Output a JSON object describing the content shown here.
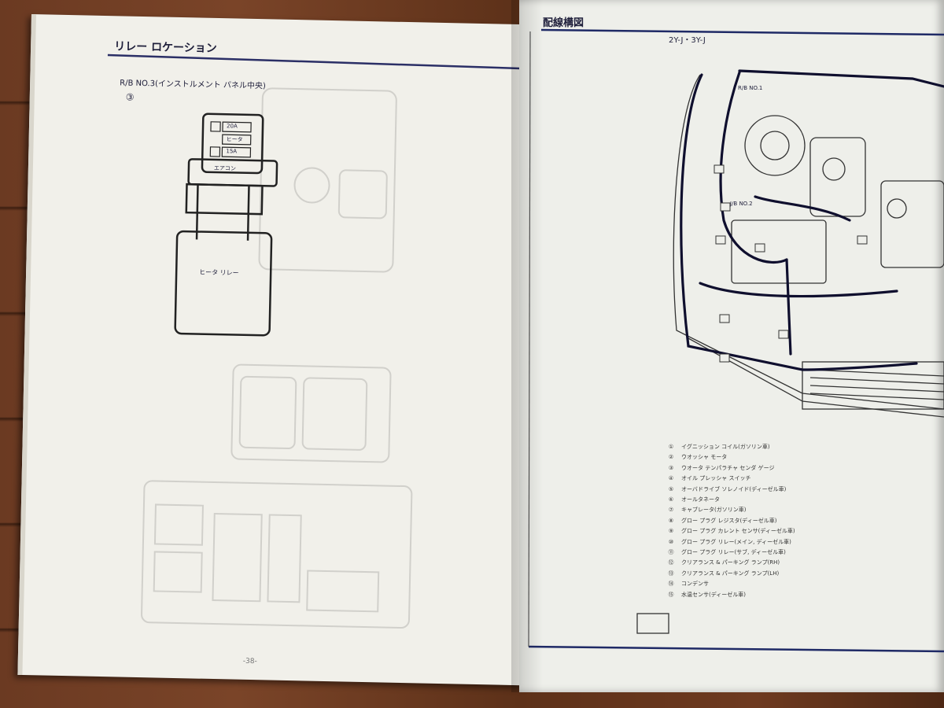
{
  "left_page": {
    "title": "リレー ロケーション",
    "subtitle": "R/B NO.3(インストルメント パネル中央)",
    "box_number": "③",
    "fuse_labels": [
      "20A",
      "ヒータ",
      "15A"
    ],
    "box_caption": "エアコン",
    "relay_label": "ヒータ リレー",
    "page_number": "-38-"
  },
  "right_page": {
    "title": "配線構図",
    "model": "2Y-J・3Y-J",
    "callouts": [
      "R/B NO.1",
      "J/B NO.2"
    ],
    "legend_left": [
      {
        "n": "①",
        "t": "イグニッション コイル(ガソリン車)"
      },
      {
        "n": "②",
        "t": "ウオッシャ モータ"
      },
      {
        "n": "③",
        "t": "ウオータ テンパラチャ センダ ゲージ"
      },
      {
        "n": "④",
        "t": "オイル プレッシャ スイッチ"
      },
      {
        "n": "⑤",
        "t": "オーバドライブ ソレノイド(ディーゼル車)"
      },
      {
        "n": "⑥",
        "t": "オールタネータ"
      },
      {
        "n": "⑦",
        "t": "キャブレータ(ガソリン車)"
      },
      {
        "n": "⑧",
        "t": "グロー プラグ レジスタ(ディーゼル車)"
      },
      {
        "n": "⑨",
        "t": "グロー プラグ カレント センサ(ディーゼル車)"
      },
      {
        "n": "⑩",
        "t": "グロー プラグ リレー(メイン, ディーゼル車)"
      },
      {
        "n": "⑪",
        "t": "グロー プラグ リレー(サブ, ディーゼル車)"
      },
      {
        "n": "⑫",
        "t": "クリアランス & パーキング ランプ(RH)"
      },
      {
        "n": "⑬",
        "t": "クリアランス & パーキング ランプ(LH)"
      },
      {
        "n": "⑭",
        "t": "コンデンサ"
      },
      {
        "n": "⑮",
        "t": "水温センサ(ディーゼル車)"
      }
    ]
  }
}
